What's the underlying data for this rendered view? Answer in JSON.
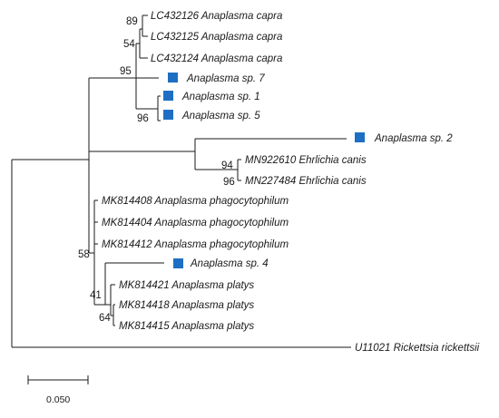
{
  "colors": {
    "line": "#1a1a1a",
    "marker": "#1e6fc4"
  },
  "marker_shape": "filled-square",
  "taxa": [
    {
      "id": "t1",
      "label": "LC432126 Anaplasma capra",
      "marked": false
    },
    {
      "id": "t2",
      "label": "LC432125 Anaplasma capra",
      "marked": false
    },
    {
      "id": "t3",
      "label": "LC432124 Anaplasma capra",
      "marked": false
    },
    {
      "id": "t4",
      "label": "Anaplasma sp. 7",
      "marked": true
    },
    {
      "id": "t5",
      "label": "Anaplasma sp. 1",
      "marked": true
    },
    {
      "id": "t6",
      "label": "Anaplasma sp. 5",
      "marked": true
    },
    {
      "id": "t7",
      "label": "Anaplasma sp. 2",
      "marked": true
    },
    {
      "id": "t8",
      "label": "MN922610 Ehrlichia canis",
      "marked": false
    },
    {
      "id": "t9",
      "label": "MN227484 Ehrlichia canis",
      "marked": false
    },
    {
      "id": "t10",
      "label": "MK814408 Anaplasma phagocytophilum",
      "marked": false
    },
    {
      "id": "t11",
      "label": "MK814404 Anaplasma phagocytophilum",
      "marked": false
    },
    {
      "id": "t12",
      "label": "MK814412 Anaplasma phagocytophilum",
      "marked": false
    },
    {
      "id": "t13",
      "label": "Anaplasma sp. 4",
      "marked": true
    },
    {
      "id": "t14",
      "label": "MK814421 Anaplasma platys",
      "marked": false
    },
    {
      "id": "t15",
      "label": "MK814418 Anaplasma platys",
      "marked": false
    },
    {
      "id": "t16",
      "label": "MK814415 Anaplasma platys",
      "marked": false
    },
    {
      "id": "t17",
      "label": "U11021 Rickettsia rickettsii",
      "marked": false
    }
  ],
  "bootstrap": [
    {
      "node": "capra-89",
      "value": "89"
    },
    {
      "node": "capra-54",
      "value": "54"
    },
    {
      "node": "capra-95",
      "value": "95"
    },
    {
      "node": "sp15-96",
      "value": "96"
    },
    {
      "node": "ehrlichia-94",
      "value": "94"
    },
    {
      "node": "ehrlichia-96",
      "value": "96"
    },
    {
      "node": "phago-58",
      "value": "58"
    },
    {
      "node": "platys-41",
      "value": "41"
    },
    {
      "node": "platys-64",
      "value": "64"
    }
  ],
  "scale_bar": {
    "label": "0.050"
  }
}
